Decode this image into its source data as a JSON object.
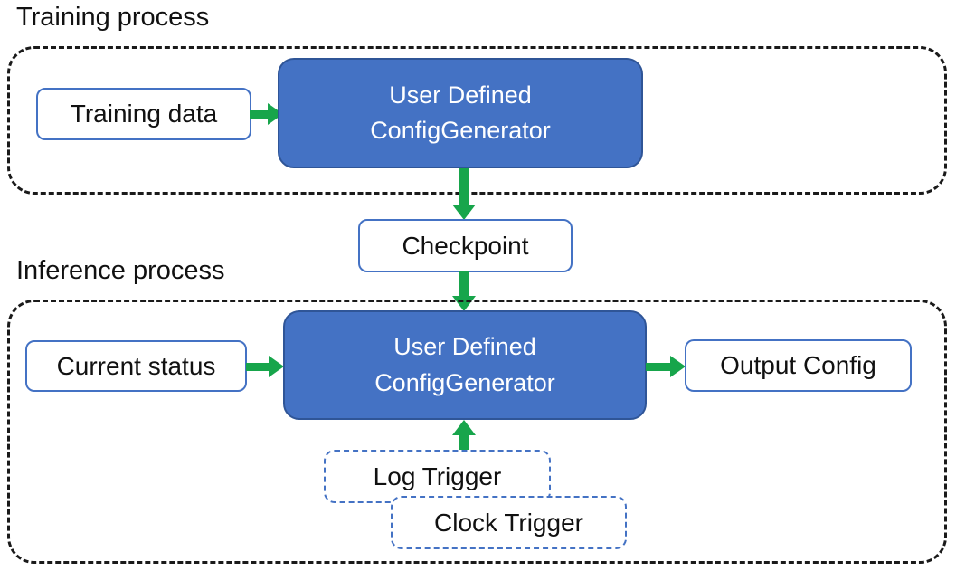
{
  "colors": {
    "blue_fill": "#4472C4",
    "blue_border": "#2F5597",
    "outline_blue": "#4472C4",
    "arrow_green": "#17A54B",
    "dash_black": "#1a1a1a",
    "text_dark": "#111111",
    "text_light": "#ffffff"
  },
  "training": {
    "label": "Training process",
    "input_box": "Training data",
    "generator_box": "User Defined\nConfigGenerator"
  },
  "checkpoint": {
    "label": "Checkpoint"
  },
  "inference": {
    "label": "Inference process",
    "input_box": "Current status",
    "generator_box": "User Defined\nConfigGenerator",
    "output_box": "Output Config",
    "log_trigger_box": "Log Trigger",
    "clock_trigger_box": "Clock Trigger"
  }
}
